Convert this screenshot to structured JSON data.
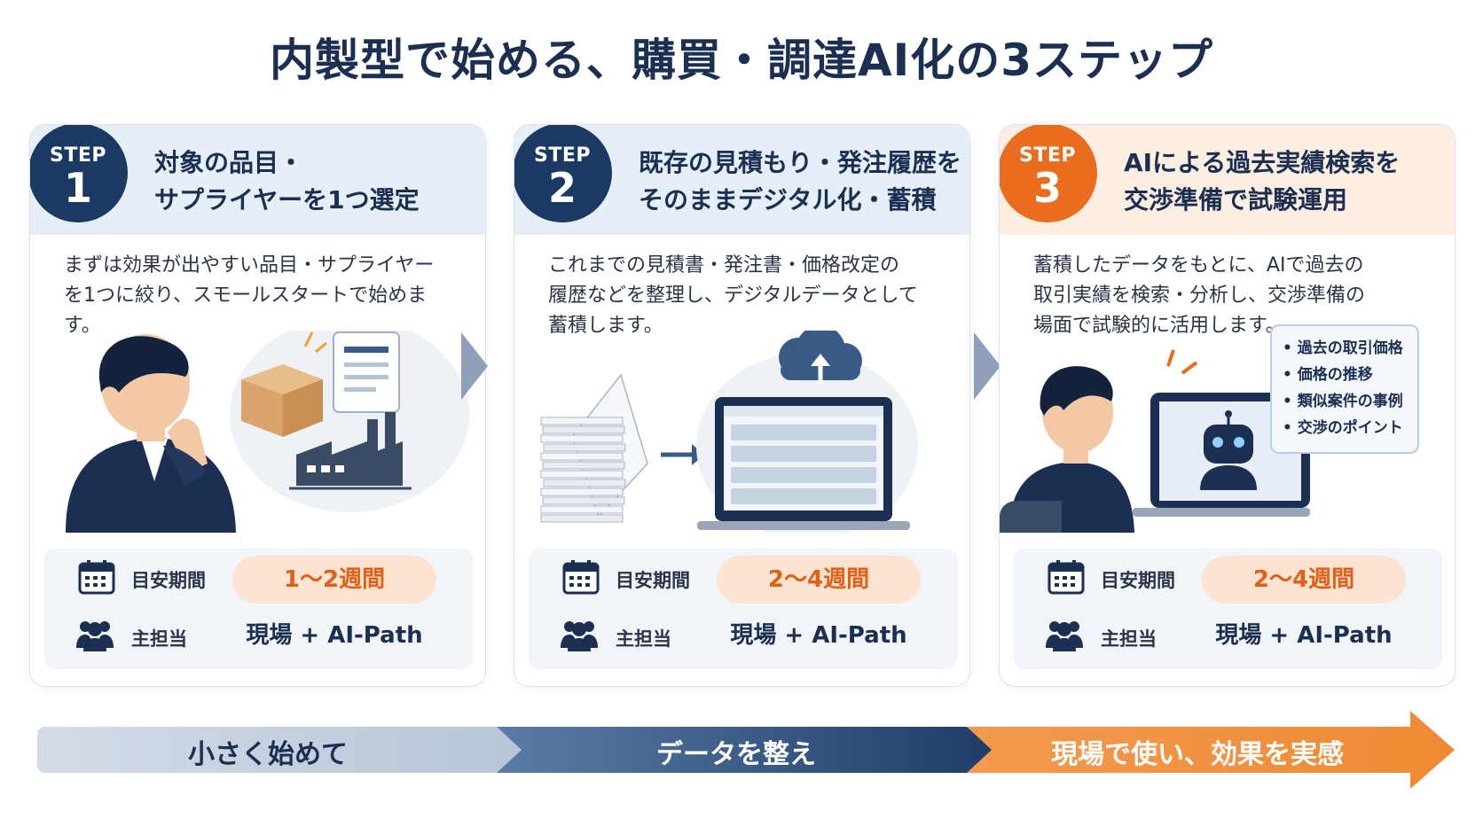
{
  "title": "内製型で始める、購買・調達AI化の3ステップ",
  "step_label": "STEP",
  "steps": [
    {
      "number": "1",
      "heading": "対象の品目・\nサプライヤーを1つ選定",
      "description": "まずは効果が出やすい品目・サプライヤー\nを1つに絞り、スモールスタートで始めます。",
      "period_label": "目安期間",
      "period_value": "1〜2週間",
      "owner_label": "主担当",
      "owner_value": "現場 + AI-Path"
    },
    {
      "number": "2",
      "heading": "既存の見積もり・発注履歴を\nそのままデジタル化・蓄積",
      "description": "これまでの見積書・発注書・価格改定の\n履歴などを整理し、デジタルデータとして\n蓄積します。",
      "period_label": "目安期間",
      "period_value": "2〜4週間",
      "owner_label": "主担当",
      "owner_value": "現場 + AI-Path"
    },
    {
      "number": "3",
      "heading": "AIによる過去実績検索を\n交渉準備で試験運用",
      "description": "蓄積したデータをもとに、AIで過去の\n取引実績を検索・分析し、交渉準備の\n場面で試験的に活用します。",
      "period_label": "目安期間",
      "period_value": "2〜4週間",
      "owner_label": "主担当",
      "owner_value": "現場 + AI-Path",
      "ai_panel": [
        "過去の取引価格",
        "価格の推移",
        "類似案件の事例",
        "交渉のポイント"
      ]
    }
  ],
  "banner": [
    "小さく始めて",
    "データを整え",
    "現場で使い、効果を実感"
  ],
  "colors": {
    "navy": "#1b3a63",
    "orange": "#ea6c1e",
    "light_blue": "#e6eef8",
    "light_orange": "#fdeee2"
  }
}
